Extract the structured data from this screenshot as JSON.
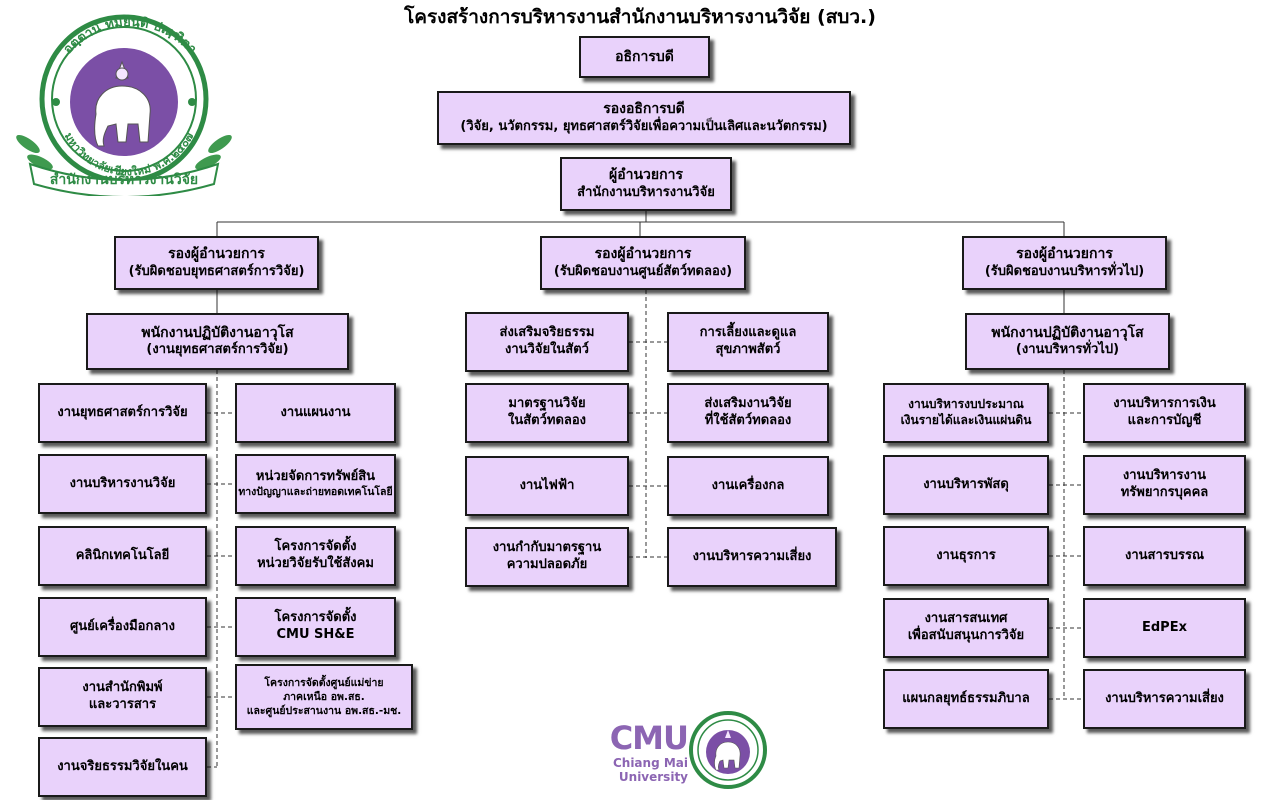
{
  "title": "โครงสร้างการบริหารงานสำนักงานบริหารงานวิจัย (สบว.)",
  "logo_text": {
    "top_motto": "อตฺตานํ ทมยนฺติ ปณฺฑิตา",
    "university": "มหาวิทยาลัยเชียงใหม่ พ.ศ.๒๕๐๗",
    "office": "สำนักงานบริหารงานวิจัย"
  },
  "cmu_logo": {
    "abbr": "CMU",
    "name": "Chiang Mai University"
  },
  "top": {
    "president": "อธิการบดี",
    "vice_president": {
      "title": "รองอธิการบดี",
      "subtitle": "(วิจัย, นวัตกรรม, ยุทธศาสตร์วิจัยเพื่อความเป็นเลิศและนวัตกรรม)"
    },
    "director": {
      "title": "ผู้อำนวยการ",
      "subtitle": "สำนักงานบริหารงานวิจัย"
    }
  },
  "deputies": [
    {
      "title": "รองผู้อำนวยการ",
      "subtitle": "(รับผิดชอบยุทธศาสตร์การวิจัย)"
    },
    {
      "title": "รองผู้อำนวยการ",
      "subtitle": "(รับผิดชอบงานศูนย์สัตว์ทดลอง)"
    },
    {
      "title": "รองผู้อำนวยการ",
      "subtitle": "(รับผิดชอบงานบริหารทั่วไป)"
    }
  ],
  "senior_staff": [
    {
      "title": "พนักงานปฏิบัติงานอาวุโส",
      "subtitle": "(งานยุทธศาสตร์การวิจัย)"
    },
    {
      "title": "พนักงานปฏิบัติงานอาวุโส",
      "subtitle": "(งานบริหารทั่วไป)"
    }
  ],
  "left_units_a": [
    "งานยุทธศาสตร์การวิจัย",
    "งานบริหารงานวิจัย",
    "คลินิกเทคโนโลยี",
    "ศูนย์เครื่องมือกลาง",
    "งานสำนักพิมพ์\nและวารสาร",
    "งานจริยธรรมวิจัยในคน"
  ],
  "left_units_b": [
    "งานแผนงาน",
    {
      "l1": "หน่วยจัดการทรัพย์สิน",
      "l2": "ทางปัญญาและถ่ายทอดเทคโนโลยี"
    },
    "โครงการจัดตั้ง\nหน่วยวิจัยรับใช้สังคม",
    "โครงการจัดตั้ง\nCMU SH&E",
    {
      "l1": "โครงการจัดตั้งศูนย์แม่ข่าย",
      "l2": "ภาคเหนือ อพ.สธ.",
      "l3": "และศูนย์ประสานงาน อพ.สธ.-มช."
    }
  ],
  "mid_units_a": [
    "ส่งเสริมจริยธรรม\nงานวิจัยในสัตว์",
    "มาตรฐานวิจัย\nในสัตว์ทดลอง",
    "งานไฟฟ้า",
    "งานกำกับมาตรฐาน\nความปลอดภัย"
  ],
  "mid_units_b": [
    "การเลี้ยงและดูแล\nสุขภาพสัตว์",
    "ส่งเสริมงานวิจัย\nที่ใช้สัตว์ทดลอง",
    "งานเครื่องกล",
    "งานบริหารความเสี่ยง"
  ],
  "right_units_a": [
    "งานบริหารงบประมาณ\nเงินรายได้และเงินแผ่นดิน",
    "งานบริหารพัสดุ",
    "งานธุรการ",
    "งานสารสนเทศ\nเพื่อสนับสนุนการวิจัย",
    "แผนกลยุทธ์ธรรมภิบาล"
  ],
  "right_units_b": [
    "งานบริหารการเงิน\nและการบัญชี",
    "งานบริหารงาน\nทรัพยากรบุคคล",
    "งานสารบรรณ",
    "EdPEx",
    "งานบริหารความเสี่ยง"
  ],
  "colors": {
    "box_fill": "#e9d2fb",
    "box_border": "#1a1a1a",
    "logo_green": "#2e8b45",
    "logo_purple": "#7b4fa6"
  }
}
